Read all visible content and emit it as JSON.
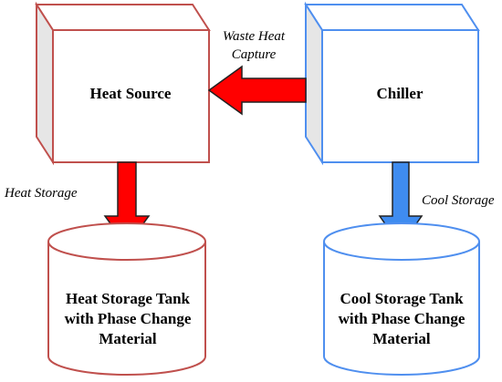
{
  "colors": {
    "heat": "#c0504d",
    "heat_arrow": "#ff0000",
    "cool": "#4f8fef",
    "cool_arrow": "#3f8cf0",
    "box_side": "#e6e6e6",
    "arrow_stroke": "#222222"
  },
  "nodes": {
    "heat_source": "Heat Source",
    "chiller": "Chiller",
    "heat_tank": [
      "Heat Storage Tank",
      "with Phase Change",
      "Material"
    ],
    "cool_tank": [
      "Cool Storage Tank",
      "with Phase Change",
      "Material"
    ]
  },
  "edges": {
    "waste_heat": [
      "Waste Heat",
      "Capture"
    ],
    "heat_storage": "Heat Storage",
    "cool_storage": "Cool Storage"
  }
}
